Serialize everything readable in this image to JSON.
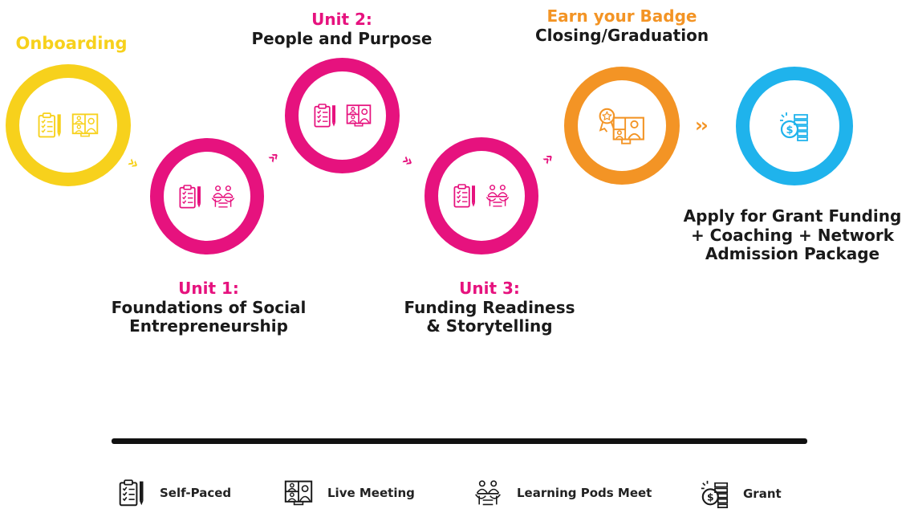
{
  "colors": {
    "onboarding": "#F7D11C",
    "unit": "#E6127E",
    "badge": "#F39425",
    "grant": "#1FB3EC",
    "dark": "#1A1A1A"
  },
  "stages": {
    "onboarding": {
      "title": "Onboarding"
    },
    "unit1": {
      "title": "Unit 1:",
      "line1": "Foundations of Social",
      "line2": "Entrepreneurship"
    },
    "unit2": {
      "title": "Unit 2:",
      "line1": "People and Purpose"
    },
    "unit3": {
      "title": "Unit 3:",
      "line1": "Funding Readiness",
      "line2": "& Storytelling"
    },
    "badge": {
      "title": "Earn your Badge",
      "line1": "Closing/Graduation"
    },
    "grant": {
      "line1": "Apply for Grant Funding",
      "line2": "+ Coaching + Network",
      "line3": "Admission Package"
    }
  },
  "legend": [
    {
      "icon": "self-paced-icon",
      "label": "Self-Paced"
    },
    {
      "icon": "live-meeting-icon",
      "label": "Live Meeting"
    },
    {
      "icon": "learning-pods-icon",
      "label": "Learning Pods Meet"
    },
    {
      "icon": "grant-icon",
      "label": "Grant"
    }
  ]
}
